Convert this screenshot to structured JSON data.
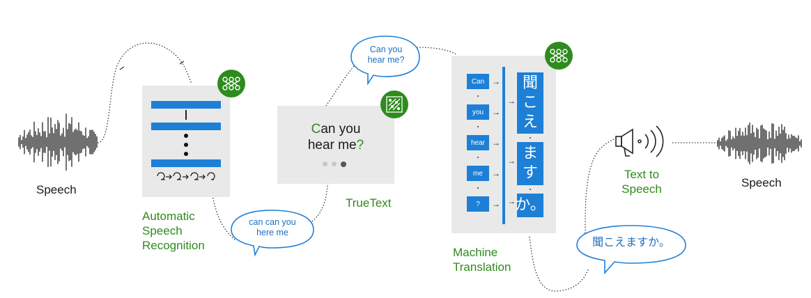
{
  "labels": {
    "speech_left": "Speech",
    "asr": [
      "Automatic",
      "Speech",
      "Recognition"
    ],
    "truetext": "TrueText",
    "mt": [
      "Machine",
      "Translation"
    ],
    "tts": [
      "Text to",
      "Speech"
    ],
    "speech_right": "Speech"
  },
  "bubbles": {
    "asr_output": [
      "can can you",
      "here me"
    ],
    "truetext_output": [
      "Can you",
      "hear me?"
    ],
    "translation_output": "聞こえますか。"
  },
  "truetext_card": {
    "first_letter": "C",
    "line1_rest": "an you",
    "line2_main": "hear me",
    "line2_end": "?"
  },
  "mt_card": {
    "source_tokens": [
      "Can",
      "you",
      "hear",
      "me",
      "?"
    ],
    "target_chars": [
      [
        "聞",
        "こ",
        "え"
      ],
      [
        "ま",
        "す"
      ],
      [
        "か。"
      ]
    ]
  },
  "colors": {
    "accent_green": "#2f8a1e",
    "badge_green": "#2e8b1e",
    "blue": "#1e7fd6",
    "panel_gray": "#e9e9e9"
  },
  "icons": [
    "speech-waveform-icon",
    "neural-network-icon",
    "circuit-board-icon",
    "megaphone-icon"
  ]
}
